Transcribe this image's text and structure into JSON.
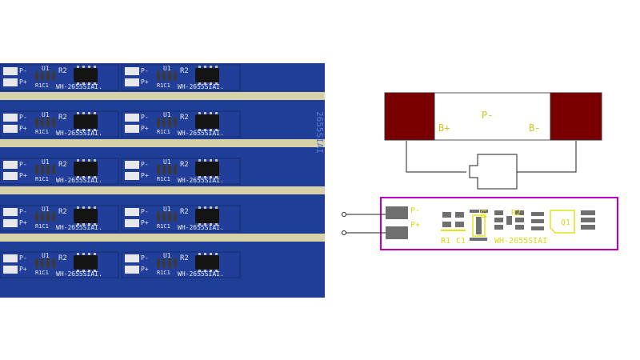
{
  "photo": {
    "board_color": "#1f3f97",
    "rail_color": "#d6d1a8",
    "pad_color": "#e8e8ec",
    "ic_color": "#141414",
    "silk_color": "#e6e8f0",
    "module_labels": {
      "u1": "U1",
      "r2": "R2",
      "r1c1": "R1C1",
      "part_number": "WH-2655SIAI.",
      "p_minus": "P-",
      "p_plus": "P+"
    },
    "edge_text": "2655SIAI"
  },
  "battery_diagram": {
    "label_p_minus": "P-",
    "label_b_plus": "B+",
    "label_b_minus": "B-",
    "terminal_color": "#7a0000",
    "outline_color": "#c000c0"
  },
  "pcb_diagram": {
    "label_p_minus": "P-",
    "label_p_plus": "P+",
    "label_u1": "U1",
    "label_r2": "R2",
    "label_r1": "R1",
    "label_c1": "C1",
    "part_number": "WH-2655SIAI",
    "outline_color": "#c000c0",
    "silk_color": "#e3e31a",
    "pad_color": "#6f6f6f"
  }
}
